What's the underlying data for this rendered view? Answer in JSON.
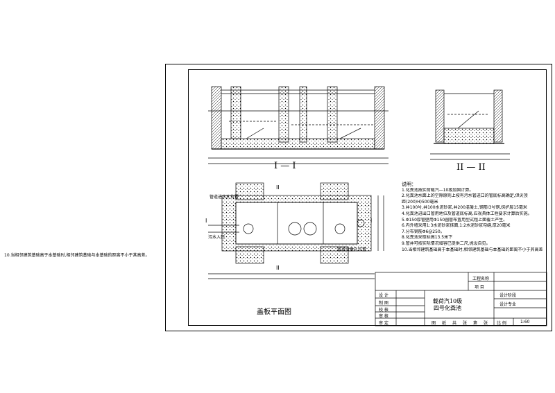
{
  "stray_note": "10.当相邻建筑基础高于本基础时,相邻建筑基础与本基础的距离不小于其高差。",
  "section_1_label": "I — I",
  "section_2_label": "II — II",
  "plan_title": "盖板平面图",
  "plan_markers": {
    "ii_top": "II",
    "ii_bottom": "II",
    "i_left": "I",
    "i_right": "I"
  },
  "plan_notes": {
    "left": "管道进水孔位置",
    "bottom_right": "管道流量孔位置",
    "left_in": "污水入口"
  },
  "notes": {
    "heading": "说明：",
    "items": [
      "1.化粪池按实荷载汽—10级加固计算。",
      "2.化粪池水面上的空隙原则上按有污水管进口的管底标高确定,但尖顶",
      "  距(200)H)500毫米",
      "3.井100号,井100水泥砂浆,井200混凝土,钢筋I3号钢,抹护层15毫米",
      "4.化粪池进出口管用地位及管道底标高,应视具体工程要求计算后实施。",
      "5.Φ150厚管壁用Φ150圆管布置用型式粗上面覆土产生。",
      "6.内外墙采用1:3水泥砂浆抹面,1:2水泥砂浆勾缝,厚20毫米",
      "7.分布钢筋Φ6@250。",
      "8.化粪池采取标高13.5米下",
      "9.管井可按实际情况增容已提供二尺,抛设自见。",
      "10.当相邻建筑基础高于本基础时,相邻建筑基础与本基础的距离不小于其高差"
    ]
  },
  "title_block": {
    "project_name_label": "工程名称",
    "item_label": "项  目",
    "rows": [
      "设  计",
      "制  图",
      "校  核",
      "审  核",
      "审  定"
    ],
    "drawing_title_line1": "载荷汽10级",
    "drawing_title_line2": "四号化粪池",
    "design_stage_label": "设计阶段",
    "design_major_label": "设计专业",
    "footer": [
      "图",
      "纸",
      "共",
      "张",
      "第",
      "张"
    ],
    "scale_label": "比  例",
    "scale_value": "1:60"
  }
}
